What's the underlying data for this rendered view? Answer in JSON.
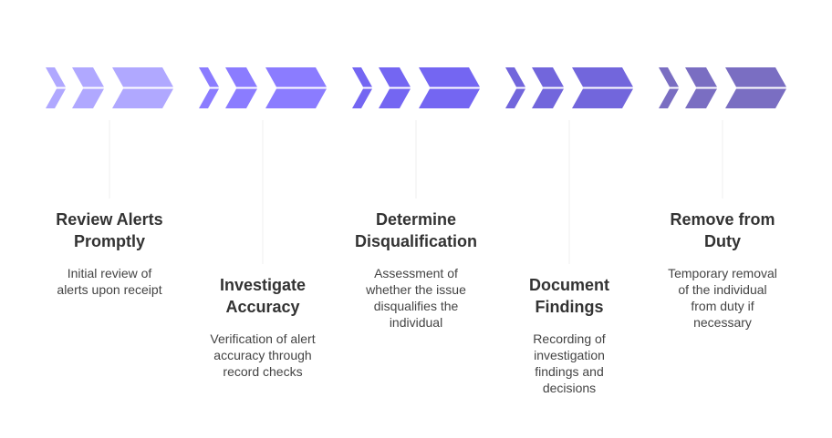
{
  "diagram": {
    "type": "process-flow",
    "steps": [
      {
        "id": "review",
        "title": "Review Alerts Promptly",
        "title_lines": [
          "Review Alerts",
          "Promptly"
        ],
        "description": "Initial review of alerts upon receipt",
        "desc_lines": [
          "Initial review of",
          "alerts upon receipt"
        ],
        "color": "#B0A8FF",
        "position": "upper"
      },
      {
        "id": "investigate",
        "title": "Investigate Accuracy",
        "title_lines": [
          "Investigate",
          "Accuracy"
        ],
        "description": "Verification of alert accuracy through record checks",
        "desc_lines": [
          "Verification of alert",
          "accuracy through",
          "record checks"
        ],
        "color": "#8B7CFF",
        "position": "lower"
      },
      {
        "id": "determine",
        "title": "Determine Disqualification",
        "title_lines": [
          "Determine",
          "Disqualification"
        ],
        "description": "Assessment of whether the issue disqualifies the individual",
        "desc_lines": [
          "Assessment of",
          "whether the issue",
          "disqualifies the",
          "individual"
        ],
        "color": "#7466F2",
        "position": "upper"
      },
      {
        "id": "document",
        "title": "Document Findings",
        "title_lines": [
          "Document",
          "Findings"
        ],
        "description": "Recording of investigation findings and decisions",
        "desc_lines": [
          "Recording of",
          "investigation",
          "findings and",
          "decisions"
        ],
        "color": "#7266DC",
        "position": "lower"
      },
      {
        "id": "remove",
        "title": "Remove from Duty",
        "title_lines": [
          "Remove from",
          "Duty"
        ],
        "description": "Temporary removal of the individual from duty if necessary",
        "desc_lines": [
          "Temporary removal",
          "of the individual",
          "from duty if",
          "necessary"
        ],
        "color": "#7A6EC2",
        "position": "upper"
      }
    ],
    "connector_color": "#EFEFEF"
  }
}
